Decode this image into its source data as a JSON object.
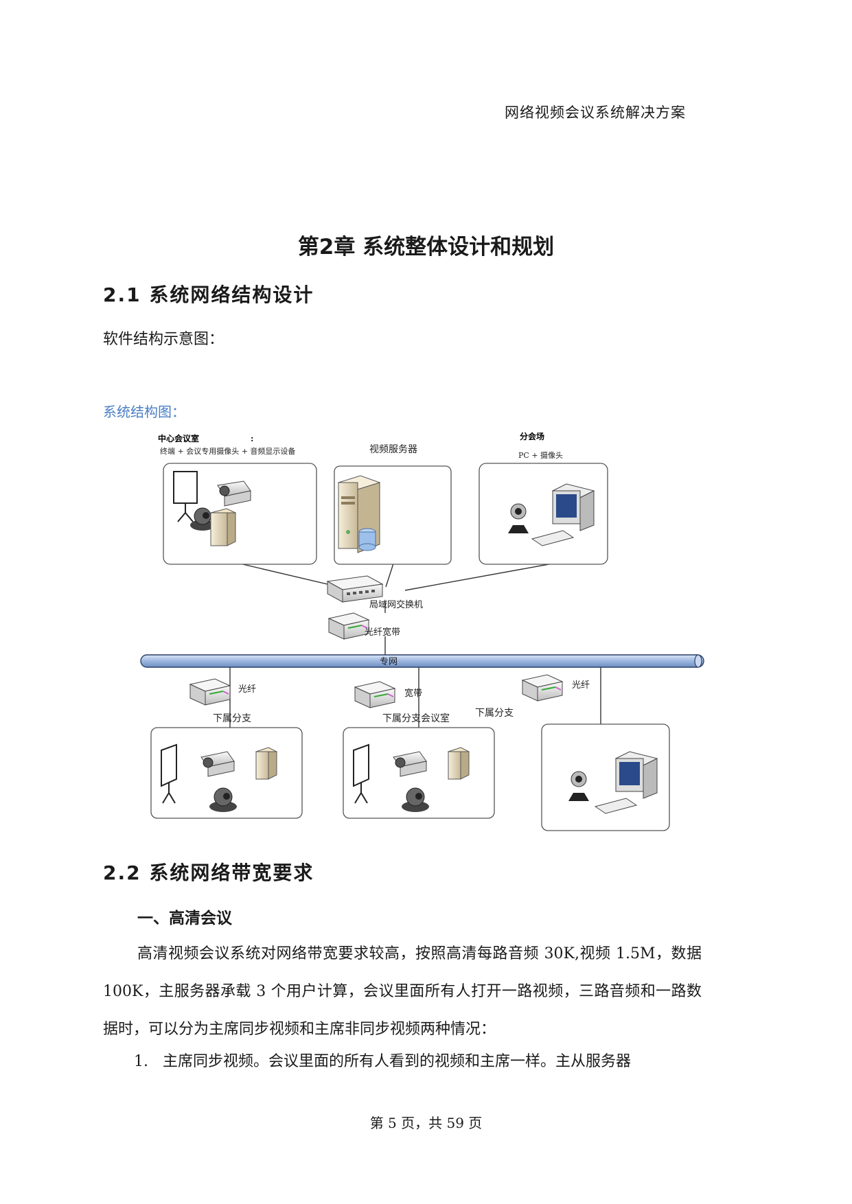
{
  "header": {
    "running_title": "网络视频会议系统解决方案"
  },
  "chapter": {
    "title": "第2章  系统整体设计和规划"
  },
  "section_2_1": {
    "title": "2.1  系统网络结构设计",
    "intro": "软件结构示意图：",
    "caption": "系统结构图："
  },
  "diagram": {
    "center_room": {
      "title": "中心会议室",
      "colon": ":",
      "desc": "终端 + 会议专用摄像头 + 音频显示设备"
    },
    "video_server": {
      "title": "视频服务器"
    },
    "sub_venue": {
      "title": "分会场",
      "desc": "PC + 摄像头"
    },
    "lan_switch": "局域网交换机",
    "fiber_broadband": "光纤宽带",
    "private_network": "专网",
    "branch_left": {
      "link": "光纤",
      "name": "下属分支"
    },
    "branch_middle": {
      "link": "宽带",
      "name": "下属分支会议室"
    },
    "branch_right": {
      "link": "光纤",
      "name": "下属分支"
    }
  },
  "section_2_2": {
    "title": "2.2  系统网络带宽要求",
    "subsection": "一、高清会议",
    "paragraph": "高清视频会议系统对网络带宽要求较高，按照高清每路音频 30K,视频 1.5M，数据 100K，主服务器承载 3 个用户计算，会议里面所有人打开一路视频，三路音频和一路数据时，可以分为主席同步视频和主席非同步视频两种情况：",
    "list_item_number": "1.",
    "list_item_text": "主席同步视频。会议里面的所有人看到的视频和主席一样。主从服务器"
  },
  "footer": {
    "page": "第 5 页，共 59 页"
  }
}
